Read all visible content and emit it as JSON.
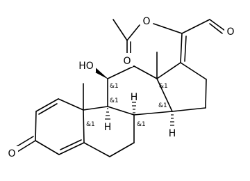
{
  "figure": {
    "atom_labels": {
      "ester_oxygen": "O",
      "carbonyl_oxygen_acetyl": "O",
      "aldehyde_oxygen": "O",
      "hydroxyl": "HO",
      "ketone_oxygen": "O",
      "hydrogen_c8": "H",
      "hydrogen_c14": "H",
      "hydrogen_c9": "H"
    },
    "stereo_label": "&1",
    "colors": {
      "ink": "#000000",
      "background": "#ffffff"
    }
  }
}
